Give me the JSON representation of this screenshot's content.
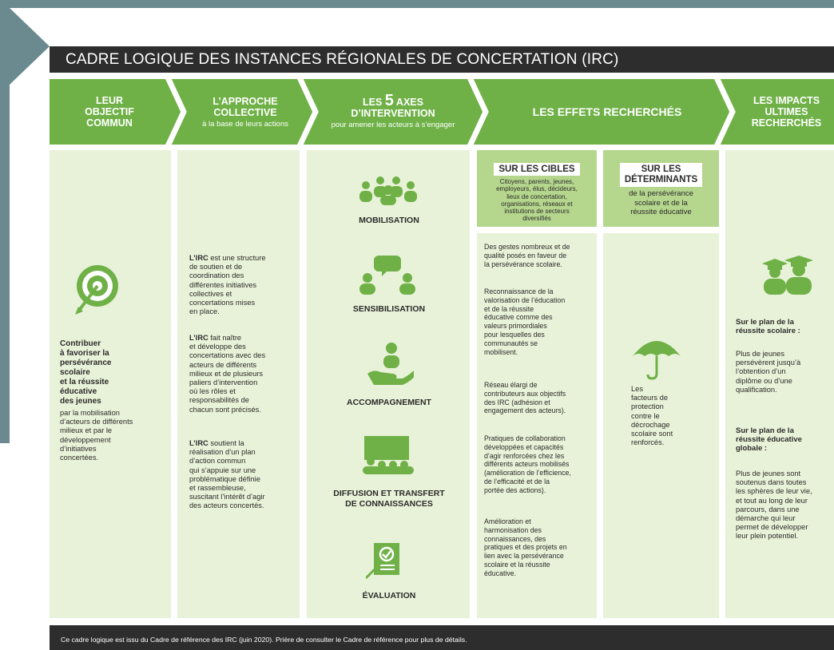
{
  "title": "CADRE LOGIQUE DES INSTANCES RÉGIONALES DE CONCERTATION (IRC)",
  "columns": [
    {
      "heading": "LEUR\nOBJECTIF\nCOMMUN"
    },
    {
      "heading": "L’APPROCHE\nCOLLECTIVE",
      "sub": "à la base de leurs actions"
    },
    {
      "heading_pre": "LES ",
      "heading_num": "5",
      "heading_post": " AXES",
      "heading_line2": "D’INTERVENTION",
      "sub": "pour amener les acteurs à s’engager"
    },
    {
      "heading": "LES EFFETS RECHERCHÉS"
    },
    {
      "heading": "LES IMPACTS\nULTIMES\nRECHERCHÉS"
    }
  ],
  "objective": {
    "bold": "Contribuer\nà favoriser la\npersévérance\nscolaire\net la réussite\néducative\ndes jeunes",
    "rest": "par la mobilisation\nd’acteurs de différents\nmilieux et par le\ndéveloppement\nd’initiatives\nconcertées."
  },
  "approach": [
    {
      "lead": "L’IRC",
      "text": " est une structure\nde soutien et de\ncoordination des\ndifférentes initiatives\ncollectives et\nconcertations mises\nen place."
    },
    {
      "lead": "L’IRC",
      "text": " fait naître\net développe des\nconcertations avec des\nacteurs de différents\nmilieux et de plusieurs\npaliers d’intervention\noù les rôles et\nresponsabilités de\nchacun sont précisés."
    },
    {
      "lead": "L’IRC",
      "text": " soutient la\nréalisation d’un plan\nd’action commun\nqui s’appuie sur une\nproblématique définie\net rassembleuse,\nsuscitant l’intérêt d’agir\ndes acteurs concertés."
    }
  ],
  "axes": [
    {
      "label": "MOBILISATION",
      "icon": "people-group-icon"
    },
    {
      "label": "SENSIBILISATION",
      "icon": "speech-people-icon"
    },
    {
      "label": "ACCOMPAGNEMENT",
      "icon": "hand-person-icon"
    },
    {
      "label": "DIFFUSION ET TRANSFERT\nDE CONNAISSANCES",
      "icon": "presentation-icon"
    },
    {
      "label": "ÉVALUATION",
      "icon": "checklist-icon"
    }
  ],
  "targets": {
    "title": "SUR LES CIBLES",
    "desc": "Citoyens, parents, jeunes,\nemployeurs, élus, décideurs,\nlieux de concertation,\norganisations, réseaux et\ninstitutions de secteurs\ndiversifiés",
    "effects": [
      "Des gestes nombreux et de\nqualité posés en faveur de\nla persévérance scolaire.",
      "Reconnaissance de la\nvalorisation de l’éducation\net de la réussite\néducative comme des\nvaleurs primordiales\npour lesquelles des\ncommunautés se\nmobilisent.",
      "Réseau élargi de\ncontributeurs aux objectifs\ndes IRC (adhésion et\nengagement des acteurs).",
      "Pratiques de collaboration\ndéveloppées et capacités\nd’agir renforcées chez les\ndifférents acteurs mobilisés\n(amélioration de l’efficience,\nde l’efficacité et de la\nportée des actions).",
      "Amélioration et\nharmonisation des\nconnaissances, des\npratiques et des projets en\nlien avec la persévérance\nscolaire et la réussite\néducative."
    ]
  },
  "determinants": {
    "title": "SUR LES\nDÉTERMINANTS",
    "desc": "de la persévérance\nscolaire et de la\nréussite éducative",
    "effect": "Les\nfacteurs de\nprotection\ncontre le\ndécrochage\nscolaire sont\nrenforcés."
  },
  "impacts": [
    {
      "title": "Sur le plan de la\nréussite scolaire :",
      "text": "Plus de jeunes\npersévèrent jusqu’à\nl’obtention d’un\ndiplôme ou d’une\nqualification."
    },
    {
      "title": "Sur le plan de la\nréussite éducative\nglobale :",
      "text": "Plus de jeunes sont\nsoutenus dans toutes\nles sphères de leur vie,\net tout au long de leur\nparcours, dans une\ndémarche qui leur\npermet de développer\nleur plein potentiel."
    }
  ],
  "footer": "Ce cadre logique est issu du Cadre de référence des IRC (juin 2020). Prière de consulter le Cadre de référence pour plus de détails.",
  "colors": {
    "green": "#6fb147",
    "light_green": "#b5d68d",
    "pale_green": "#e8f2d8",
    "dark": "#2d2d2d",
    "frame": "#6b8a90"
  }
}
